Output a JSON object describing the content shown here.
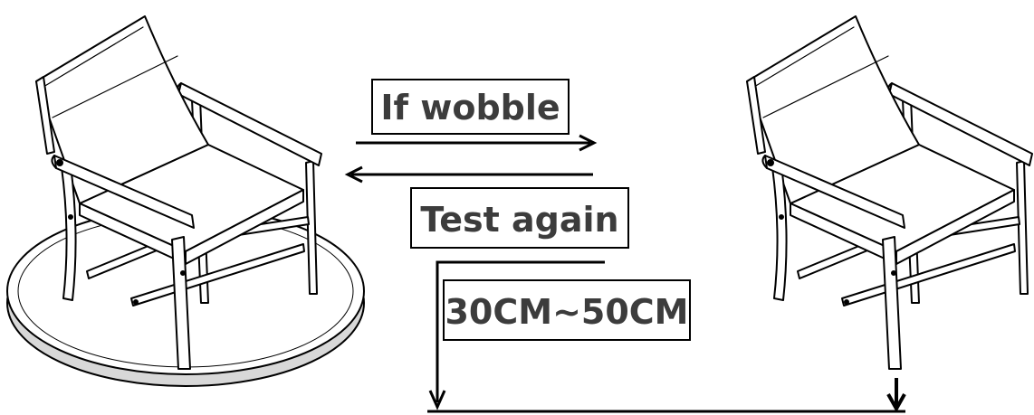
{
  "labels": {
    "if_wobble": "If wobble",
    "test_again": "Test again",
    "drop_height": "30CM~50CM"
  },
  "colors": {
    "line": "#000000",
    "label_text": "#3c3c3c",
    "turntable_shadow": "#d8d8d8",
    "background": "#ffffff"
  },
  "icons": {
    "chair_on_turntable": "chair-on-turntable",
    "chair_dropped": "chair-drop-test"
  }
}
